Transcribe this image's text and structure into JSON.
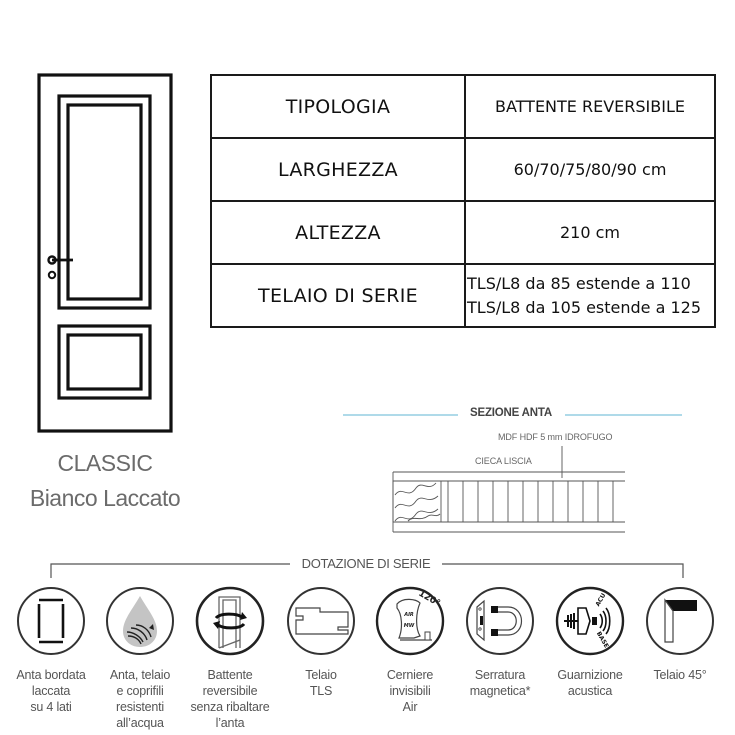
{
  "product": {
    "model": "CLASSIC",
    "finish": "Bianco Laccato"
  },
  "spec_table": {
    "rows": [
      {
        "label": "TIPOLOGIA",
        "value": "BATTENTE REVERSIBILE"
      },
      {
        "label": "LARGHEZZA",
        "value": "60/70/75/80/90 cm"
      },
      {
        "label": "ALTEZZA",
        "value": "210 cm"
      },
      {
        "label": "TELAIO DI SERIE",
        "value_lines": [
          "TLS/L8 da 85 estende a 110",
          "TLS/L8 da 105 estende a 125"
        ]
      }
    ]
  },
  "section": {
    "title": "SEZIONE ANTA",
    "note_material": "MDF HDF 5 mm IDROFUGO",
    "note_type": "CIECA LISCIA",
    "accent_color": "#7fc4dc"
  },
  "equipment": {
    "title": "DOTAZIONE DI SERIE",
    "features": [
      {
        "icon": "bordered-door-icon",
        "lines": [
          "Anta bordata",
          "laccata",
          "su 4 lati"
        ]
      },
      {
        "icon": "water-drop-icon",
        "lines": [
          "Anta, telaio",
          "e coprifili",
          "resistenti",
          "all’acqua"
        ]
      },
      {
        "icon": "reversible-door-icon",
        "lines": [
          "Battente",
          "reversibile",
          "senza ribaltare",
          "l’anta"
        ]
      },
      {
        "icon": "tls-frame-icon",
        "lines": [
          "Telaio",
          "TLS"
        ]
      },
      {
        "icon": "invisible-hinge-icon",
        "lines": [
          "Cerniere",
          "invisibili",
          "Air"
        ],
        "badge_top": "AIR",
        "badge_bottom": "MW",
        "angle": "120°"
      },
      {
        "icon": "magnetic-lock-icon",
        "lines": [
          "Serratura",
          "magnetica*"
        ]
      },
      {
        "icon": "acoustic-seal-icon",
        "lines": [
          "Guarnizione",
          "acustica"
        ],
        "badge_top": "ACU",
        "badge_bottom": "BASE"
      },
      {
        "icon": "frame-45-icon",
        "lines": [
          "Telaio 45°"
        ]
      }
    ]
  }
}
